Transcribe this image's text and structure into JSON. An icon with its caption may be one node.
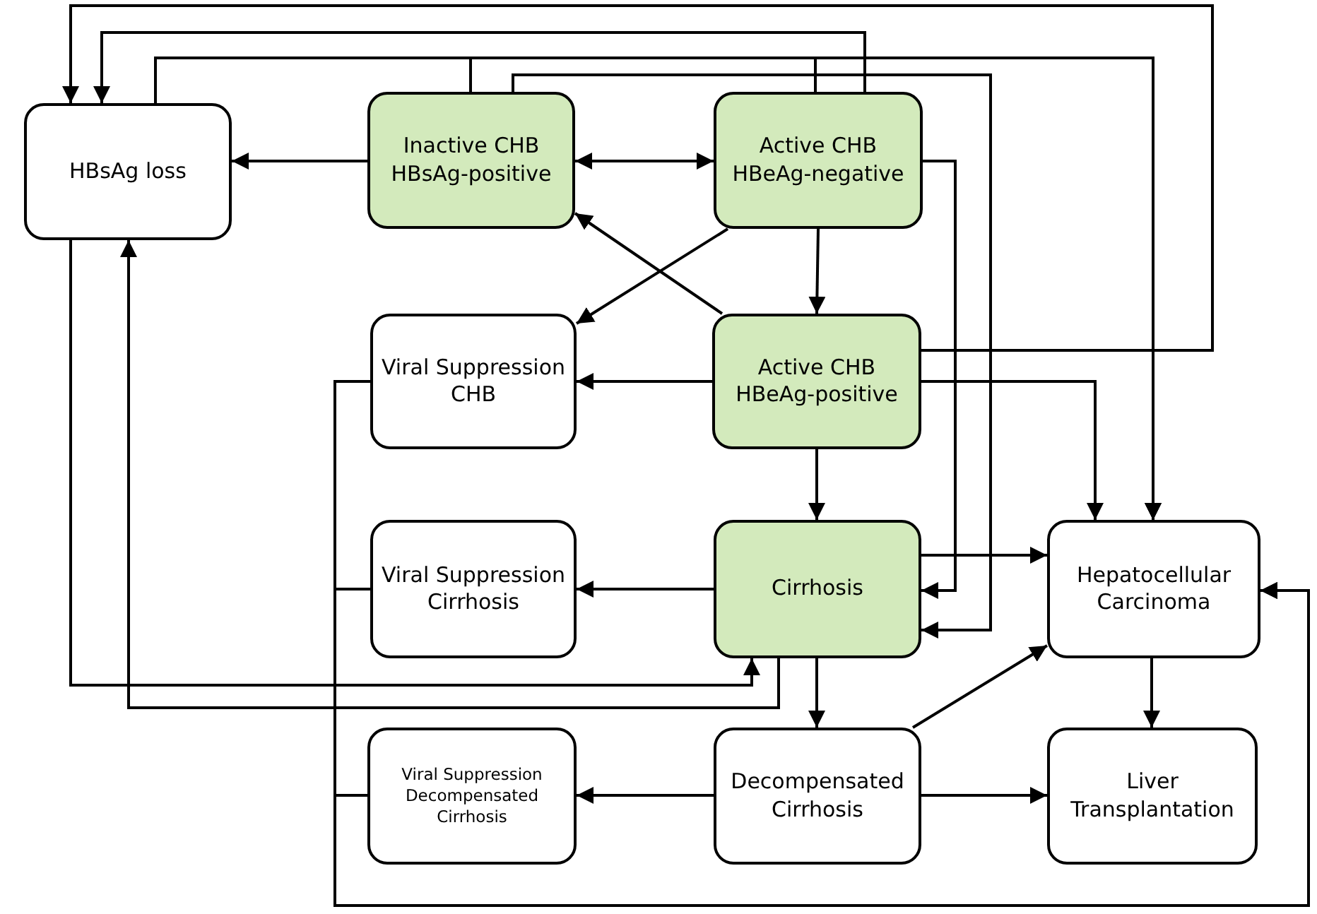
{
  "diagram": {
    "nodes": [
      {
        "text": [
          "HBsAg loss"
        ]
      },
      {
        "text": [
          "Inactive CHB HBsAg-positive"
        ]
      },
      {
        "text": [
          "Active CHB HBeAg-negative"
        ]
      },
      {
        "text": [
          "Viral Suppression CHB"
        ]
      },
      {
        "text": [
          "Active CHB HBeAg-positive"
        ]
      },
      {
        "text": [
          "Viral Suppression Cirrhosis"
        ]
      },
      {
        "text": [
          "Cirrhosis"
        ]
      },
      {
        "text": [
          "Hepatocellular Carcinoma"
        ]
      },
      {
        "text": [
          "Viral Suppression Decompensated Cirrhosis"
        ]
      },
      {
        "text": [
          "Decompensated Cirrhosis"
        ]
      },
      {
        "text": [
          "Liver Transplantation"
        ]
      }
    ],
    "edges": [
      {
        "from": 1,
        "to": 0,
        "arrow": "to"
      },
      {
        "from": 1,
        "to": 2,
        "arrow": "both"
      },
      {
        "from": 2,
        "to": 3,
        "arrow": "to"
      },
      {
        "from": 4,
        "to": 1,
        "arrow": "to"
      },
      {
        "from": 2,
        "to": 4,
        "arrow": "to"
      },
      {
        "from": 4,
        "to": 3,
        "arrow": "to"
      },
      {
        "from": 4,
        "to": 6,
        "arrow": "to"
      },
      {
        "from": 6,
        "to": 5,
        "arrow": "to"
      },
      {
        "from": 6,
        "to": 7,
        "arrow": "to"
      },
      {
        "from": 6,
        "to": 9,
        "arrow": "to"
      },
      {
        "from": 9,
        "to": 8,
        "arrow": "to"
      },
      {
        "from": 9,
        "to": 10,
        "arrow": "to"
      },
      {
        "from": 9,
        "to": 7,
        "arrow": "to"
      },
      {
        "from": 7,
        "to": 10,
        "arrow": "to"
      },
      {
        "from": 4,
        "to": 0,
        "arrow": "to"
      },
      {
        "from": 2,
        "to": 0,
        "arrow": "to"
      },
      {
        "from": 0,
        "to": 7,
        "arrow": "to"
      },
      {
        "from": 1,
        "to": 7,
        "arrow": "to"
      },
      {
        "from": 2,
        "to": 7,
        "arrow": "to"
      },
      {
        "from": 1,
        "to": 6,
        "arrow": "to"
      },
      {
        "from": 2,
        "to": 6,
        "arrow": "to"
      },
      {
        "from": 4,
        "to": 7,
        "arrow": "to"
      },
      {
        "from": 3,
        "to": 7,
        "arrow": "to"
      },
      {
        "from": 5,
        "to": 7,
        "arrow": "to"
      },
      {
        "from": 8,
        "to": 7,
        "arrow": "to"
      },
      {
        "from": 0,
        "to": 6,
        "arrow": "to"
      },
      {
        "from": 6,
        "to": 0,
        "arrow": "to"
      }
    ]
  }
}
